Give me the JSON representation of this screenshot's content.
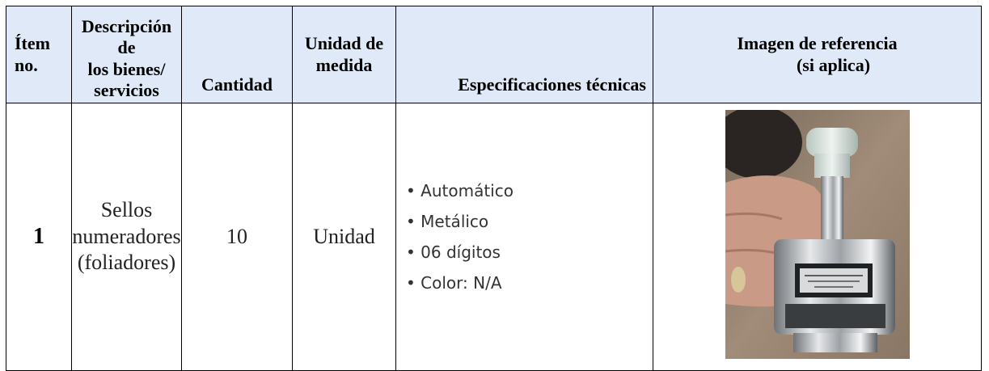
{
  "table": {
    "headers": {
      "item": [
        "Ítem",
        "no."
      ],
      "descripcion": [
        "Descripción de",
        "los bienes/",
        "servicios"
      ],
      "cantidad": "Cantidad",
      "unidad": [
        "Unidad de",
        "medida"
      ],
      "especificaciones": "Especificaciones técnicas",
      "imagen": [
        "Imagen de referencia",
        "(si aplica)"
      ]
    },
    "rows": [
      {
        "item": "1",
        "descripcion": [
          "Sellos",
          "numeradores",
          "(foliadores)"
        ],
        "cantidad": "10",
        "unidad": "Unidad",
        "especificaciones": [
          "Automático",
          "Metálico",
          "06 dígitos",
          "Color: N/A"
        ],
        "imagen_icon": "numbering-stamp-photo"
      }
    ]
  },
  "colors": {
    "header_bg": "#dfe9f7",
    "border": "#000000"
  }
}
